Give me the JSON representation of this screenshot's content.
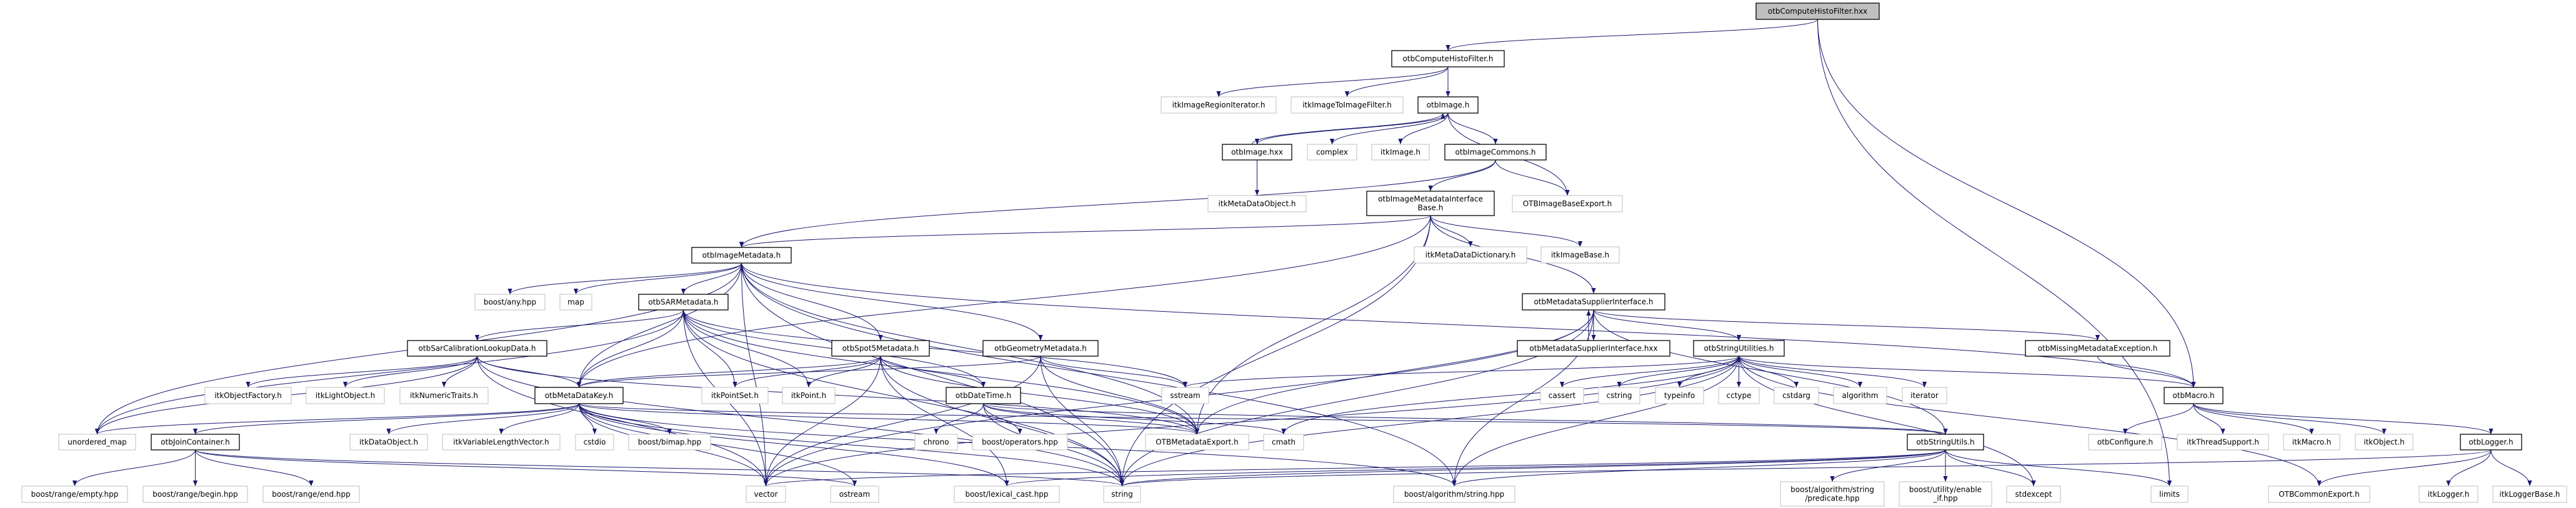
{
  "graph": {
    "colors": {
      "edge": "#191970",
      "root_fill": "#bfbfbf",
      "documented_border": "#000000",
      "external_border": "#bfbfbf"
    },
    "nodes": [
      {
        "id": "otbComputeHistoFilter.hxx",
        "lines": [
          "otbComputeHistoFilter.hxx"
        ],
        "kind": "root"
      },
      {
        "id": "otbComputeHistoFilter.h",
        "lines": [
          "otbComputeHistoFilter.h"
        ],
        "kind": "doc"
      },
      {
        "id": "itkImageRegionIterator.h",
        "lines": [
          "itkImageRegionIterator.h"
        ],
        "kind": "ext"
      },
      {
        "id": "itkImageToImageFilter.h",
        "lines": [
          "itkImageToImageFilter.h"
        ],
        "kind": "ext"
      },
      {
        "id": "otbImage.h",
        "lines": [
          "otbImage.h"
        ],
        "kind": "doc"
      },
      {
        "id": "otbImage.hxx",
        "lines": [
          "otbImage.hxx"
        ],
        "kind": "doc"
      },
      {
        "id": "complex",
        "lines": [
          "complex"
        ],
        "kind": "ext"
      },
      {
        "id": "itkImage.h",
        "lines": [
          "itkImage.h"
        ],
        "kind": "ext"
      },
      {
        "id": "otbImageCommons.h",
        "lines": [
          "otbImageCommons.h"
        ],
        "kind": "doc"
      },
      {
        "id": "itkMetaDataObject.h",
        "lines": [
          "itkMetaDataObject.h"
        ],
        "kind": "ext"
      },
      {
        "id": "otbImageMetadataInterfaceBase.h",
        "lines": [
          "otbImageMetadataInterface",
          "Base.h"
        ],
        "kind": "doc"
      },
      {
        "id": "OTBImageBaseExport.h",
        "lines": [
          "OTBImageBaseExport.h"
        ],
        "kind": "ext"
      },
      {
        "id": "otbImageMetadata.h",
        "lines": [
          "otbImageMetadata.h"
        ],
        "kind": "doc"
      },
      {
        "id": "itkMetaDataDictionary.h",
        "lines": [
          "itkMetaDataDictionary.h"
        ],
        "kind": "ext"
      },
      {
        "id": "itkImageBase.h",
        "lines": [
          "itkImageBase.h"
        ],
        "kind": "ext"
      },
      {
        "id": "boost/any.hpp",
        "lines": [
          "boost/any.hpp"
        ],
        "kind": "ext"
      },
      {
        "id": "map",
        "lines": [
          "map"
        ],
        "kind": "ext"
      },
      {
        "id": "otbSARMetadata.h",
        "lines": [
          "otbSARMetadata.h"
        ],
        "kind": "doc"
      },
      {
        "id": "otbMetadataSupplierInterface.h",
        "lines": [
          "otbMetadataSupplierInterface.h"
        ],
        "kind": "doc"
      },
      {
        "id": "otbSarCalibrationLookupData.h",
        "lines": [
          "otbSarCalibrationLookupData.h"
        ],
        "kind": "doc"
      },
      {
        "id": "otbSpot5Metadata.h",
        "lines": [
          "otbSpot5Metadata.h"
        ],
        "kind": "doc"
      },
      {
        "id": "otbGeometryMetadata.h",
        "lines": [
          "otbGeometryMetadata.h"
        ],
        "kind": "doc"
      },
      {
        "id": "otbMetadataSupplierInterface.hxx",
        "lines": [
          "otbMetadataSupplierInterface.hxx"
        ],
        "kind": "doc"
      },
      {
        "id": "otbStringUtilities.h",
        "lines": [
          "otbStringUtilities.h"
        ],
        "kind": "doc"
      },
      {
        "id": "otbMissingMetadataException.h",
        "lines": [
          "otbMissingMetadataException.h"
        ],
        "kind": "doc"
      },
      {
        "id": "itkObjectFactory.h",
        "lines": [
          "itkObjectFactory.h"
        ],
        "kind": "ext"
      },
      {
        "id": "itkLightObject.h",
        "lines": [
          "itkLightObject.h"
        ],
        "kind": "ext"
      },
      {
        "id": "itkNumericTraits.h",
        "lines": [
          "itkNumericTraits.h"
        ],
        "kind": "ext"
      },
      {
        "id": "otbMetaDataKey.h",
        "lines": [
          "otbMetaDataKey.h"
        ],
        "kind": "doc"
      },
      {
        "id": "itkPointSet.h",
        "lines": [
          "itkPointSet.h"
        ],
        "kind": "ext"
      },
      {
        "id": "itkPoint.h",
        "lines": [
          "itkPoint.h"
        ],
        "kind": "ext"
      },
      {
        "id": "otbDateTime.h",
        "lines": [
          "otbDateTime.h"
        ],
        "kind": "doc"
      },
      {
        "id": "sstream",
        "lines": [
          "sstream"
        ],
        "kind": "ext"
      },
      {
        "id": "cassert",
        "lines": [
          "cassert"
        ],
        "kind": "ext"
      },
      {
        "id": "cstring",
        "lines": [
          "cstring"
        ],
        "kind": "ext"
      },
      {
        "id": "typeinfo",
        "lines": [
          "typeinfo"
        ],
        "kind": "ext"
      },
      {
        "id": "cctype",
        "lines": [
          "cctype"
        ],
        "kind": "ext"
      },
      {
        "id": "cstdarg",
        "lines": [
          "cstdarg"
        ],
        "kind": "ext"
      },
      {
        "id": "algorithm",
        "lines": [
          "algorithm"
        ],
        "kind": "ext"
      },
      {
        "id": "iterator",
        "lines": [
          "iterator"
        ],
        "kind": "ext"
      },
      {
        "id": "otbMacro.h",
        "lines": [
          "otbMacro.h"
        ],
        "kind": "doc"
      },
      {
        "id": "unordered_map",
        "lines": [
          "unordered_map"
        ],
        "kind": "ext"
      },
      {
        "id": "otbJoinContainer.h",
        "lines": [
          "otbJoinContainer.h"
        ],
        "kind": "doc"
      },
      {
        "id": "itkDataObject.h",
        "lines": [
          "itkDataObject.h"
        ],
        "kind": "ext"
      },
      {
        "id": "itkVariableLengthVector.h",
        "lines": [
          "itkVariableLengthVector.h"
        ],
        "kind": "ext"
      },
      {
        "id": "cstdio",
        "lines": [
          "cstdio"
        ],
        "kind": "ext"
      },
      {
        "id": "boost/bimap.hpp",
        "lines": [
          "boost/bimap.hpp"
        ],
        "kind": "ext"
      },
      {
        "id": "chrono",
        "lines": [
          "chrono"
        ],
        "kind": "ext"
      },
      {
        "id": "boost/operators.hpp",
        "lines": [
          "boost/operators.hpp"
        ],
        "kind": "ext"
      },
      {
        "id": "OTBMetadataExport.h",
        "lines": [
          "OTBMetadataExport.h"
        ],
        "kind": "ext"
      },
      {
        "id": "cmath",
        "lines": [
          "cmath"
        ],
        "kind": "ext"
      },
      {
        "id": "otbStringUtils.h",
        "lines": [
          "otbStringUtils.h"
        ],
        "kind": "doc"
      },
      {
        "id": "otbConfigure.h",
        "lines": [
          "otbConfigure.h"
        ],
        "kind": "ext"
      },
      {
        "id": "itkThreadSupport.h",
        "lines": [
          "itkThreadSupport.h"
        ],
        "kind": "ext"
      },
      {
        "id": "itkMacro.h",
        "lines": [
          "itkMacro.h"
        ],
        "kind": "ext"
      },
      {
        "id": "itkObject.h",
        "lines": [
          "itkObject.h"
        ],
        "kind": "ext"
      },
      {
        "id": "otbLogger.h",
        "lines": [
          "otbLogger.h"
        ],
        "kind": "doc"
      },
      {
        "id": "boost/range/empty.hpp",
        "lines": [
          "boost/range/empty.hpp"
        ],
        "kind": "ext"
      },
      {
        "id": "boost/range/begin.hpp",
        "lines": [
          "boost/range/begin.hpp"
        ],
        "kind": "ext"
      },
      {
        "id": "boost/range/end.hpp",
        "lines": [
          "boost/range/end.hpp"
        ],
        "kind": "ext"
      },
      {
        "id": "vector",
        "lines": [
          "vector"
        ],
        "kind": "ext"
      },
      {
        "id": "ostream",
        "lines": [
          "ostream"
        ],
        "kind": "ext"
      },
      {
        "id": "boost/lexical_cast.hpp",
        "lines": [
          "boost/lexical_cast.hpp"
        ],
        "kind": "ext"
      },
      {
        "id": "string",
        "lines": [
          "string"
        ],
        "kind": "ext"
      },
      {
        "id": "boost/algorithm/string.hpp",
        "lines": [
          "boost/algorithm/string.hpp"
        ],
        "kind": "ext"
      },
      {
        "id": "boost/algorithm/string/predicate.hpp",
        "lines": [
          "boost/algorithm/string",
          "/predicate.hpp"
        ],
        "kind": "ext"
      },
      {
        "id": "boost/utility/enable_if.hpp",
        "lines": [
          "boost/utility/enable",
          "_if.hpp"
        ],
        "kind": "ext"
      },
      {
        "id": "stdexcept",
        "lines": [
          "stdexcept"
        ],
        "kind": "ext"
      },
      {
        "id": "limits",
        "lines": [
          "limits"
        ],
        "kind": "ext"
      },
      {
        "id": "OTBCommonExport.h",
        "lines": [
          "OTBCommonExport.h"
        ],
        "kind": "ext"
      },
      {
        "id": "itkLogger.h",
        "lines": [
          "itkLogger.h"
        ],
        "kind": "ext"
      },
      {
        "id": "itkLoggerBase.h",
        "lines": [
          "itkLoggerBase.h"
        ],
        "kind": "ext"
      }
    ],
    "edges": [
      [
        "otbComputeHistoFilter.hxx",
        "otbComputeHistoFilter.h"
      ],
      [
        "otbComputeHistoFilter.hxx",
        "otbMacro.h"
      ],
      [
        "otbComputeHistoFilter.hxx",
        "limits"
      ],
      [
        "otbComputeHistoFilter.h",
        "itkImageRegionIterator.h"
      ],
      [
        "otbComputeHistoFilter.h",
        "itkImageToImageFilter.h"
      ],
      [
        "otbComputeHistoFilter.h",
        "otbImage.h"
      ],
      [
        "otbImage.h",
        "otbImage.hxx"
      ],
      [
        "otbImage.h",
        "complex"
      ],
      [
        "otbImage.h",
        "itkImage.h"
      ],
      [
        "otbImage.h",
        "otbImageCommons.h"
      ],
      [
        "otbImage.h",
        "OTBImageBaseExport.h"
      ],
      [
        "otbImage.hxx",
        "otbImage.h"
      ],
      [
        "otbImage.hxx",
        "itkMetaDataObject.h"
      ],
      [
        "otbImageCommons.h",
        "otbImageMetadataInterfaceBase.h"
      ],
      [
        "otbImageCommons.h",
        "OTBImageBaseExport.h"
      ],
      [
        "otbImageCommons.h",
        "otbImageMetadata.h"
      ],
      [
        "otbImageMetadataInterfaceBase.h",
        "otbImageMetadata.h"
      ],
      [
        "otbImageMetadataInterfaceBase.h",
        "itkMetaDataDictionary.h"
      ],
      [
        "otbImageMetadataInterfaceBase.h",
        "itkImageBase.h"
      ],
      [
        "otbImageMetadataInterfaceBase.h",
        "otbMetadataSupplierInterface.h"
      ],
      [
        "otbImageMetadataInterfaceBase.h",
        "OTBMetadataExport.h"
      ],
      [
        "otbImageMetadataInterfaceBase.h",
        "string"
      ],
      [
        "otbImageMetadataInterfaceBase.h",
        "otbMetaDataKey.h"
      ],
      [
        "otbImageMetadata.h",
        "boost/any.hpp"
      ],
      [
        "otbImageMetadata.h",
        "map"
      ],
      [
        "otbImageMetadata.h",
        "otbSARMetadata.h"
      ],
      [
        "otbImageMetadata.h",
        "otbMetaDataKey.h"
      ],
      [
        "otbImageMetadata.h",
        "otbSpot5Metadata.h"
      ],
      [
        "otbImageMetadata.h",
        "otbGeometryMetadata.h"
      ],
      [
        "otbImageMetadata.h",
        "unordered_map"
      ],
      [
        "otbImageMetadata.h",
        "vector"
      ],
      [
        "otbImageMetadata.h",
        "string"
      ],
      [
        "otbImageMetadata.h",
        "OTBMetadataExport.h"
      ],
      [
        "otbImageMetadata.h",
        "otbMacro.h"
      ],
      [
        "otbImageMetadata.h",
        "boost/algorithm/string.hpp"
      ],
      [
        "otbSARMetadata.h",
        "otbSarCalibrationLookupData.h"
      ],
      [
        "otbSARMetadata.h",
        "otbMetaDataKey.h"
      ],
      [
        "otbSARMetadata.h",
        "itkPointSet.h"
      ],
      [
        "otbSARMetadata.h",
        "itkPoint.h"
      ],
      [
        "otbSARMetadata.h",
        "unordered_map"
      ],
      [
        "otbSARMetadata.h",
        "vector"
      ],
      [
        "otbSARMetadata.h",
        "string"
      ],
      [
        "otbSARMetadata.h",
        "OTBMetadataExport.h"
      ],
      [
        "otbSARMetadata.h",
        "otbDateTime.h"
      ],
      [
        "otbSARMetadata.h",
        "sstream"
      ],
      [
        "otbSarCalibrationLookupData.h",
        "itkObjectFactory.h"
      ],
      [
        "otbSarCalibrationLookupData.h",
        "itkLightObject.h"
      ],
      [
        "otbSarCalibrationLookupData.h",
        "itkNumericTraits.h"
      ],
      [
        "otbSarCalibrationLookupData.h",
        "otbMetaDataKey.h"
      ],
      [
        "otbSarCalibrationLookupData.h",
        "vector"
      ],
      [
        "otbSarCalibrationLookupData.h",
        "OTBMetadataExport.h"
      ],
      [
        "otbSarCalibrationLookupData.h",
        "string"
      ],
      [
        "otbSarCalibrationLookupData.h",
        "unordered_map"
      ],
      [
        "otbSpot5Metadata.h",
        "otbMetaDataKey.h"
      ],
      [
        "otbSpot5Metadata.h",
        "itkPointSet.h"
      ],
      [
        "otbSpot5Metadata.h",
        "itkPoint.h"
      ],
      [
        "otbSpot5Metadata.h",
        "vector"
      ],
      [
        "otbSpot5Metadata.h",
        "otbDateTime.h"
      ],
      [
        "otbSpot5Metadata.h",
        "OTBMetadataExport.h"
      ],
      [
        "otbSpot5Metadata.h",
        "string"
      ],
      [
        "otbSpot5Metadata.h",
        "boost/lexical_cast.hpp"
      ],
      [
        "otbGeometryMetadata.h",
        "otbMetaDataKey.h"
      ],
      [
        "otbGeometryMetadata.h",
        "sstream"
      ],
      [
        "otbGeometryMetadata.h",
        "OTBMetadataExport.h"
      ],
      [
        "otbGeometryMetadata.h",
        "string"
      ],
      [
        "otbGeometryMetadata.h",
        "vector"
      ],
      [
        "otbMetaDataKey.h",
        "unordered_map"
      ],
      [
        "otbMetaDataKey.h",
        "otbJoinContainer.h"
      ],
      [
        "otbMetaDataKey.h",
        "itkDataObject.h"
      ],
      [
        "otbMetaDataKey.h",
        "itkVariableLengthVector.h"
      ],
      [
        "otbMetaDataKey.h",
        "cstdio"
      ],
      [
        "otbMetaDataKey.h",
        "boost/bimap.hpp"
      ],
      [
        "otbMetaDataKey.h",
        "OTBMetadataExport.h"
      ],
      [
        "otbMetaDataKey.h",
        "string"
      ],
      [
        "otbMetaDataKey.h",
        "vector"
      ],
      [
        "otbMetaDataKey.h",
        "ostream"
      ],
      [
        "otbMetaDataKey.h",
        "otbStringUtils.h"
      ],
      [
        "otbMetaDataKey.h",
        "boost/algorithm/string.hpp"
      ],
      [
        "otbMetaDataKey.h",
        "boost/lexical_cast.hpp"
      ],
      [
        "otbJoinContainer.h",
        "boost/range/empty.hpp"
      ],
      [
        "otbJoinContainer.h",
        "boost/range/begin.hpp"
      ],
      [
        "otbJoinContainer.h",
        "boost/range/end.hpp"
      ],
      [
        "otbJoinContainer.h",
        "string"
      ],
      [
        "otbJoinContainer.h",
        "ostream"
      ],
      [
        "otbDateTime.h",
        "chrono"
      ],
      [
        "otbDateTime.h",
        "boost/operators.hpp"
      ],
      [
        "otbDateTime.h",
        "OTBMetadataExport.h"
      ],
      [
        "otbDateTime.h",
        "cmath"
      ],
      [
        "otbDateTime.h",
        "string"
      ],
      [
        "otbDateTime.h",
        "otbStringUtils.h"
      ],
      [
        "otbMetadataSupplierInterface.h",
        "otbMetadataSupplierInterface.hxx"
      ],
      [
        "otbMetadataSupplierInterface.h",
        "otbStringUtilities.h"
      ],
      [
        "otbMetadataSupplierInterface.h",
        "otbMissingMetadataException.h"
      ],
      [
        "otbMetadataSupplierInterface.h",
        "OTBMetadataExport.h"
      ],
      [
        "otbMetadataSupplierInterface.h",
        "string"
      ],
      [
        "otbMetadataSupplierInterface.h",
        "vector"
      ],
      [
        "otbMetadataSupplierInterface.h",
        "boost/algorithm/string.hpp"
      ],
      [
        "otbMetadataSupplierInterface.h",
        "otbStringUtils.h"
      ],
      [
        "otbMetadataSupplierInterface.hxx",
        "otbMetadataSupplierInterface.h"
      ],
      [
        "otbStringUtilities.h",
        "sstream"
      ],
      [
        "otbStringUtilities.h",
        "cassert"
      ],
      [
        "otbStringUtilities.h",
        "cstring"
      ],
      [
        "otbStringUtilities.h",
        "typeinfo"
      ],
      [
        "otbStringUtilities.h",
        "cctype"
      ],
      [
        "otbStringUtilities.h",
        "cstdarg"
      ],
      [
        "otbStringUtilities.h",
        "algorithm"
      ],
      [
        "otbStringUtilities.h",
        "iterator"
      ],
      [
        "otbStringUtilities.h",
        "otbMacro.h"
      ],
      [
        "otbStringUtilities.h",
        "string"
      ],
      [
        "otbStringUtilities.h",
        "vector"
      ],
      [
        "otbStringUtilities.h",
        "cmath"
      ],
      [
        "otbStringUtilities.h",
        "stdexcept"
      ],
      [
        "otbStringUtilities.h",
        "OTBCommonExport.h"
      ],
      [
        "otbStringUtilities.h",
        "boost/algorithm/string.hpp"
      ],
      [
        "otbMissingMetadataException.h",
        "otbMacro.h"
      ],
      [
        "otbMacro.h",
        "otbConfigure.h"
      ],
      [
        "otbMacro.h",
        "itkThreadSupport.h"
      ],
      [
        "otbMacro.h",
        "itkMacro.h"
      ],
      [
        "otbMacro.h",
        "itkObject.h"
      ],
      [
        "otbMacro.h",
        "otbLogger.h"
      ],
      [
        "otbStringUtils.h",
        "boost/algorithm/string/predicate.hpp"
      ],
      [
        "otbStringUtils.h",
        "boost/utility/enable_if.hpp"
      ],
      [
        "otbStringUtils.h",
        "stdexcept"
      ],
      [
        "otbStringUtils.h",
        "limits"
      ],
      [
        "otbStringUtils.h",
        "string"
      ],
      [
        "otbStringUtils.h",
        "vector"
      ],
      [
        "otbStringUtils.h",
        "boost/lexical_cast.hpp"
      ],
      [
        "otbStringUtils.h",
        "boost/algorithm/string.hpp"
      ],
      [
        "otbLogger.h",
        "itkLogger.h"
      ],
      [
        "otbLogger.h",
        "itkLoggerBase.h"
      ],
      [
        "otbLogger.h",
        "OTBCommonExport.h"
      ],
      [
        "otbLogger.h",
        "string"
      ]
    ]
  }
}
